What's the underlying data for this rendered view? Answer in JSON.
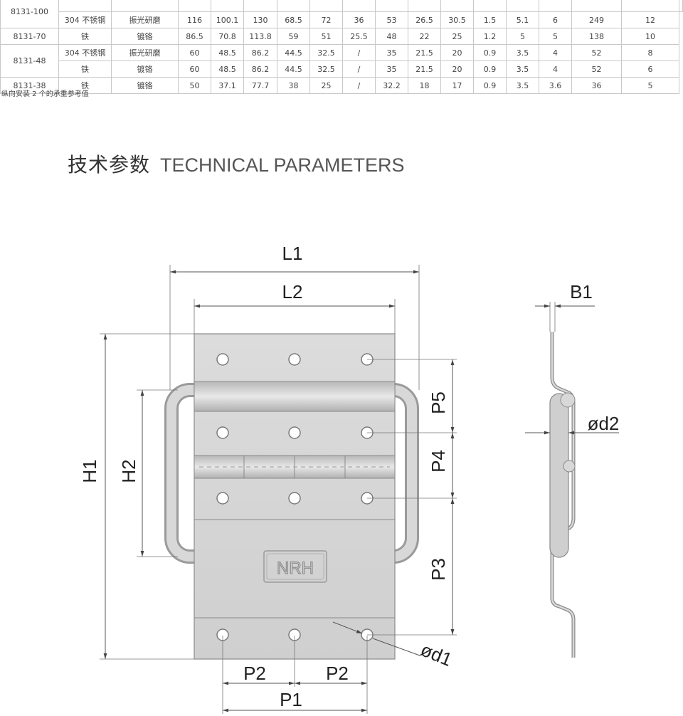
{
  "table": {
    "rows": [
      {
        "model": "8131-100",
        "model_rowspan": 2,
        "cells": [
          "",
          "",
          "",
          "",
          "",
          "",
          "",
          "",
          "",
          "",
          "",
          "",
          "",
          "",
          "",
          "",
          ""
        ]
      },
      {
        "cells": [
          "304 不锈钢",
          "振光研磨",
          "116",
          "100.1",
          "130",
          "68.5",
          "72",
          "36",
          "53",
          "26.5",
          "30.5",
          "1.5",
          "5.1",
          "6",
          "249",
          "12"
        ]
      },
      {
        "model": "8131-70",
        "model_rowspan": 1,
        "cells": [
          "铁",
          "镀铬",
          "86.5",
          "70.8",
          "113.8",
          "59",
          "51",
          "25.5",
          "48",
          "22",
          "25",
          "1.2",
          "5",
          "5",
          "138",
          "10"
        ]
      },
      {
        "model": "8131-48",
        "model_rowspan": 2,
        "cells": [
          "304 不锈钢",
          "振光研磨",
          "60",
          "48.5",
          "86.2",
          "44.5",
          "32.5",
          "/",
          "35",
          "21.5",
          "20",
          "0.9",
          "3.5",
          "4",
          "52",
          "8"
        ]
      },
      {
        "cells": [
          "铁",
          "镀铬",
          "60",
          "48.5",
          "86.2",
          "44.5",
          "32.5",
          "/",
          "35",
          "21.5",
          "20",
          "0.9",
          "3.5",
          "4",
          "52",
          "6"
        ]
      },
      {
        "model": "8131-38",
        "model_rowspan": 1,
        "cells": [
          "铁",
          "镀铬",
          "50",
          "37.1",
          "77.7",
          "38",
          "25",
          "/",
          "32.2",
          "18",
          "17",
          "0.9",
          "3.5",
          "3.6",
          "36",
          "5"
        ]
      }
    ],
    "note": "纵向安装 2 个的承重参考值"
  },
  "heading": {
    "zh": "技术参数",
    "en": "TECHNICAL PARAMETERS"
  },
  "dimensions": {
    "L1": "L1",
    "L2": "L2",
    "H1": "H1",
    "H2": "H2",
    "P1": "P1",
    "P2": "P2",
    "P3": "P3",
    "P4": "P4",
    "P5": "P5",
    "B1": "B1",
    "d1": "ød1",
    "d2": "ød2"
  },
  "logo": "NRH",
  "colors": {
    "plate": "#d4d4d4",
    "plate_stroke": "#8a8a8a",
    "hole": "#ffffff"
  }
}
